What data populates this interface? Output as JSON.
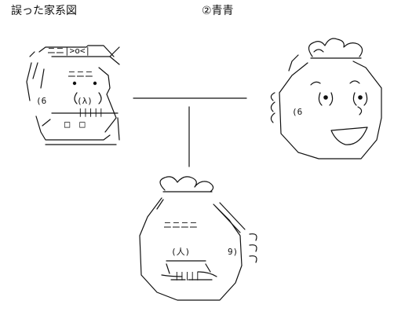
{
  "title_left": "誤った家系図",
  "title_right": "②青青",
  "figures": {
    "top_left": {
      "hat_text": "ニニ|>o<|",
      "brow_text": "ニニニ",
      "label_left": "(6",
      "mouth_text": "(λ)",
      "teeth_text": "|||||",
      "collar_text": "□　□"
    },
    "top_right": {
      "label_left": "(6"
    },
    "bottom": {
      "forehead_text": "ニニニニ",
      "label_right": "9)",
      "mouth_text": "(人)",
      "teeth_text": "|||||"
    }
  },
  "colors": {
    "ink": "#111111",
    "background": "#ffffff"
  }
}
